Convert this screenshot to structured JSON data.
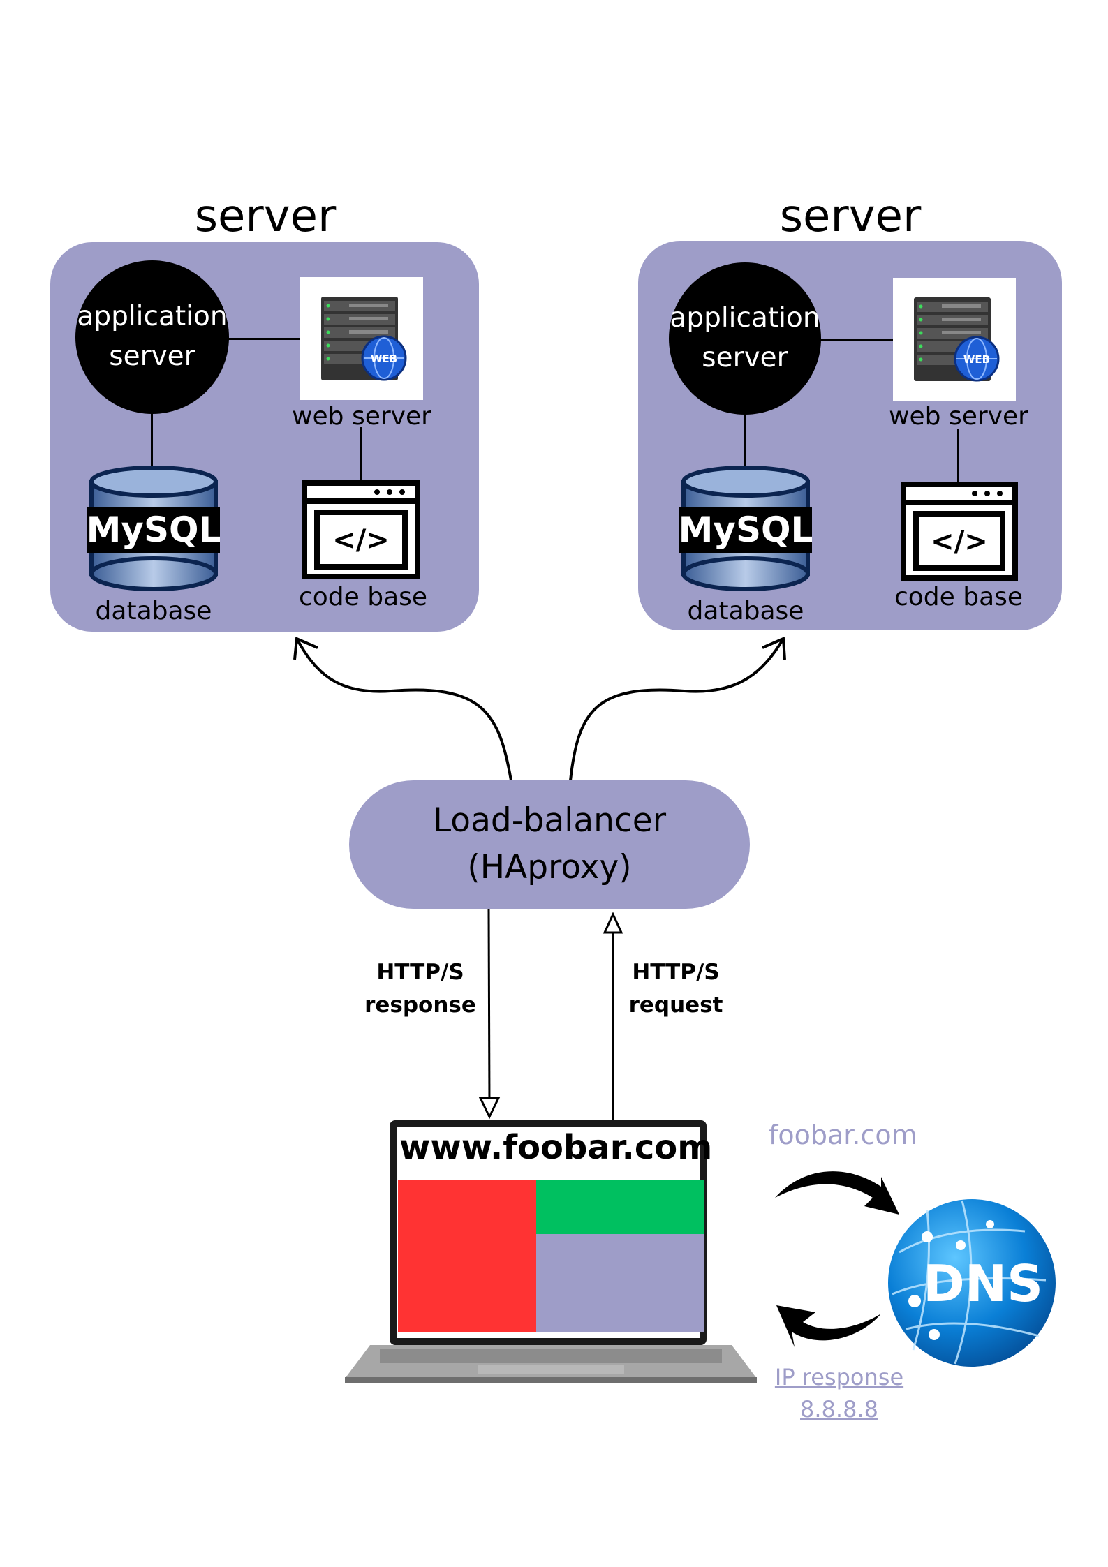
{
  "servers": [
    {
      "title": "server",
      "app_server": [
        "application",
        "server"
      ],
      "web_server_label": "web server",
      "web_badge": "WEB",
      "db_logo": "MySQL",
      "db_label": "database",
      "code_label": "code base",
      "code_glyph": "</>"
    },
    {
      "title": "server",
      "app_server": [
        "application",
        "server"
      ],
      "web_server_label": "web server",
      "web_badge": "WEB",
      "db_logo": "MySQL",
      "db_label": "database",
      "code_label": "code base",
      "code_glyph": "</>"
    }
  ],
  "load_balancer": {
    "line1": "Load-balancer",
    "line2": "(HAproxy)"
  },
  "http_response": {
    "line1": "HTTP/S",
    "line2": "response"
  },
  "http_request": {
    "line1": "HTTP/S",
    "line2": "request"
  },
  "laptop": {
    "url": "www.foobar.com"
  },
  "dns": {
    "query": "foobar.com",
    "logo": "DNS",
    "response_line1": "IP response",
    "response_line2": "8.8.8.8"
  },
  "colors": {
    "accent": "#9e9dc8",
    "red": "#ff3333",
    "green": "#00c060",
    "black": "#000000"
  }
}
